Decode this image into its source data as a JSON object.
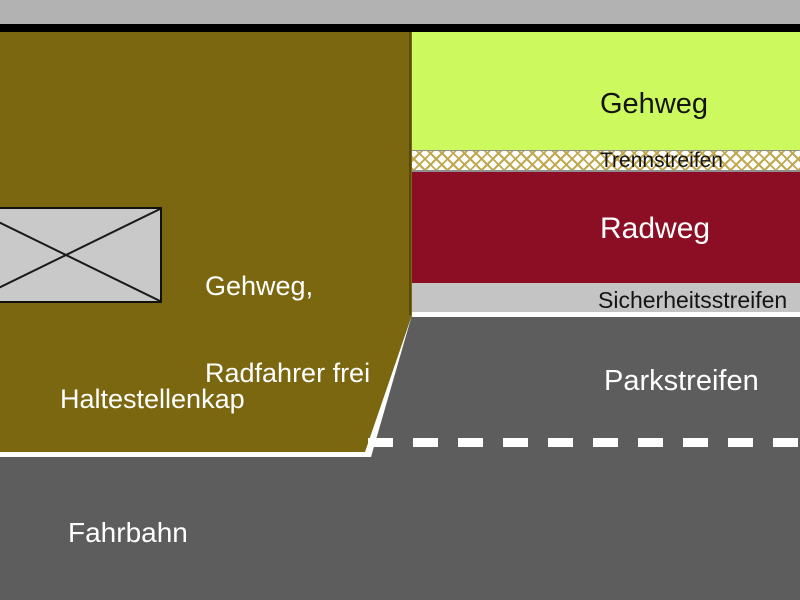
{
  "diagram": {
    "title_implicit": "Street cross-section zones",
    "zones": {
      "gehweg": {
        "label": "Gehweg",
        "color": "#cbf95e"
      },
      "trennstreifen": {
        "label": "Trennstreifen",
        "hatch_color": "#c0a84e",
        "background": "#ffffff"
      },
      "radweg": {
        "label": "Radweg",
        "color": "#8c0e25"
      },
      "sicherheitsstreifen": {
        "label": "Sicherheitsstreifen",
        "color": "#c4c4c4"
      },
      "parkstreifen": {
        "label": "Parkstreifen",
        "color": "#5d5d5d"
      },
      "gehweg_radfahrer": {
        "label_line1": "Gehweg,",
        "label_line2": "Radfahrer frei",
        "color": "#7b670f"
      },
      "haltestellenkap": {
        "label": "Haltestellenkap",
        "color": "#7b670f"
      },
      "fahrbahn": {
        "label": "Fahrbahn",
        "color": "#5d5d5d"
      }
    },
    "frame": {
      "top_margin_color": "#b2b2b2",
      "top_border_color": "#000000",
      "curb_line_color": "#ffffff",
      "lane_marking_color": "#ffffff",
      "shelter_box_color": "#c9c9c9"
    }
  }
}
